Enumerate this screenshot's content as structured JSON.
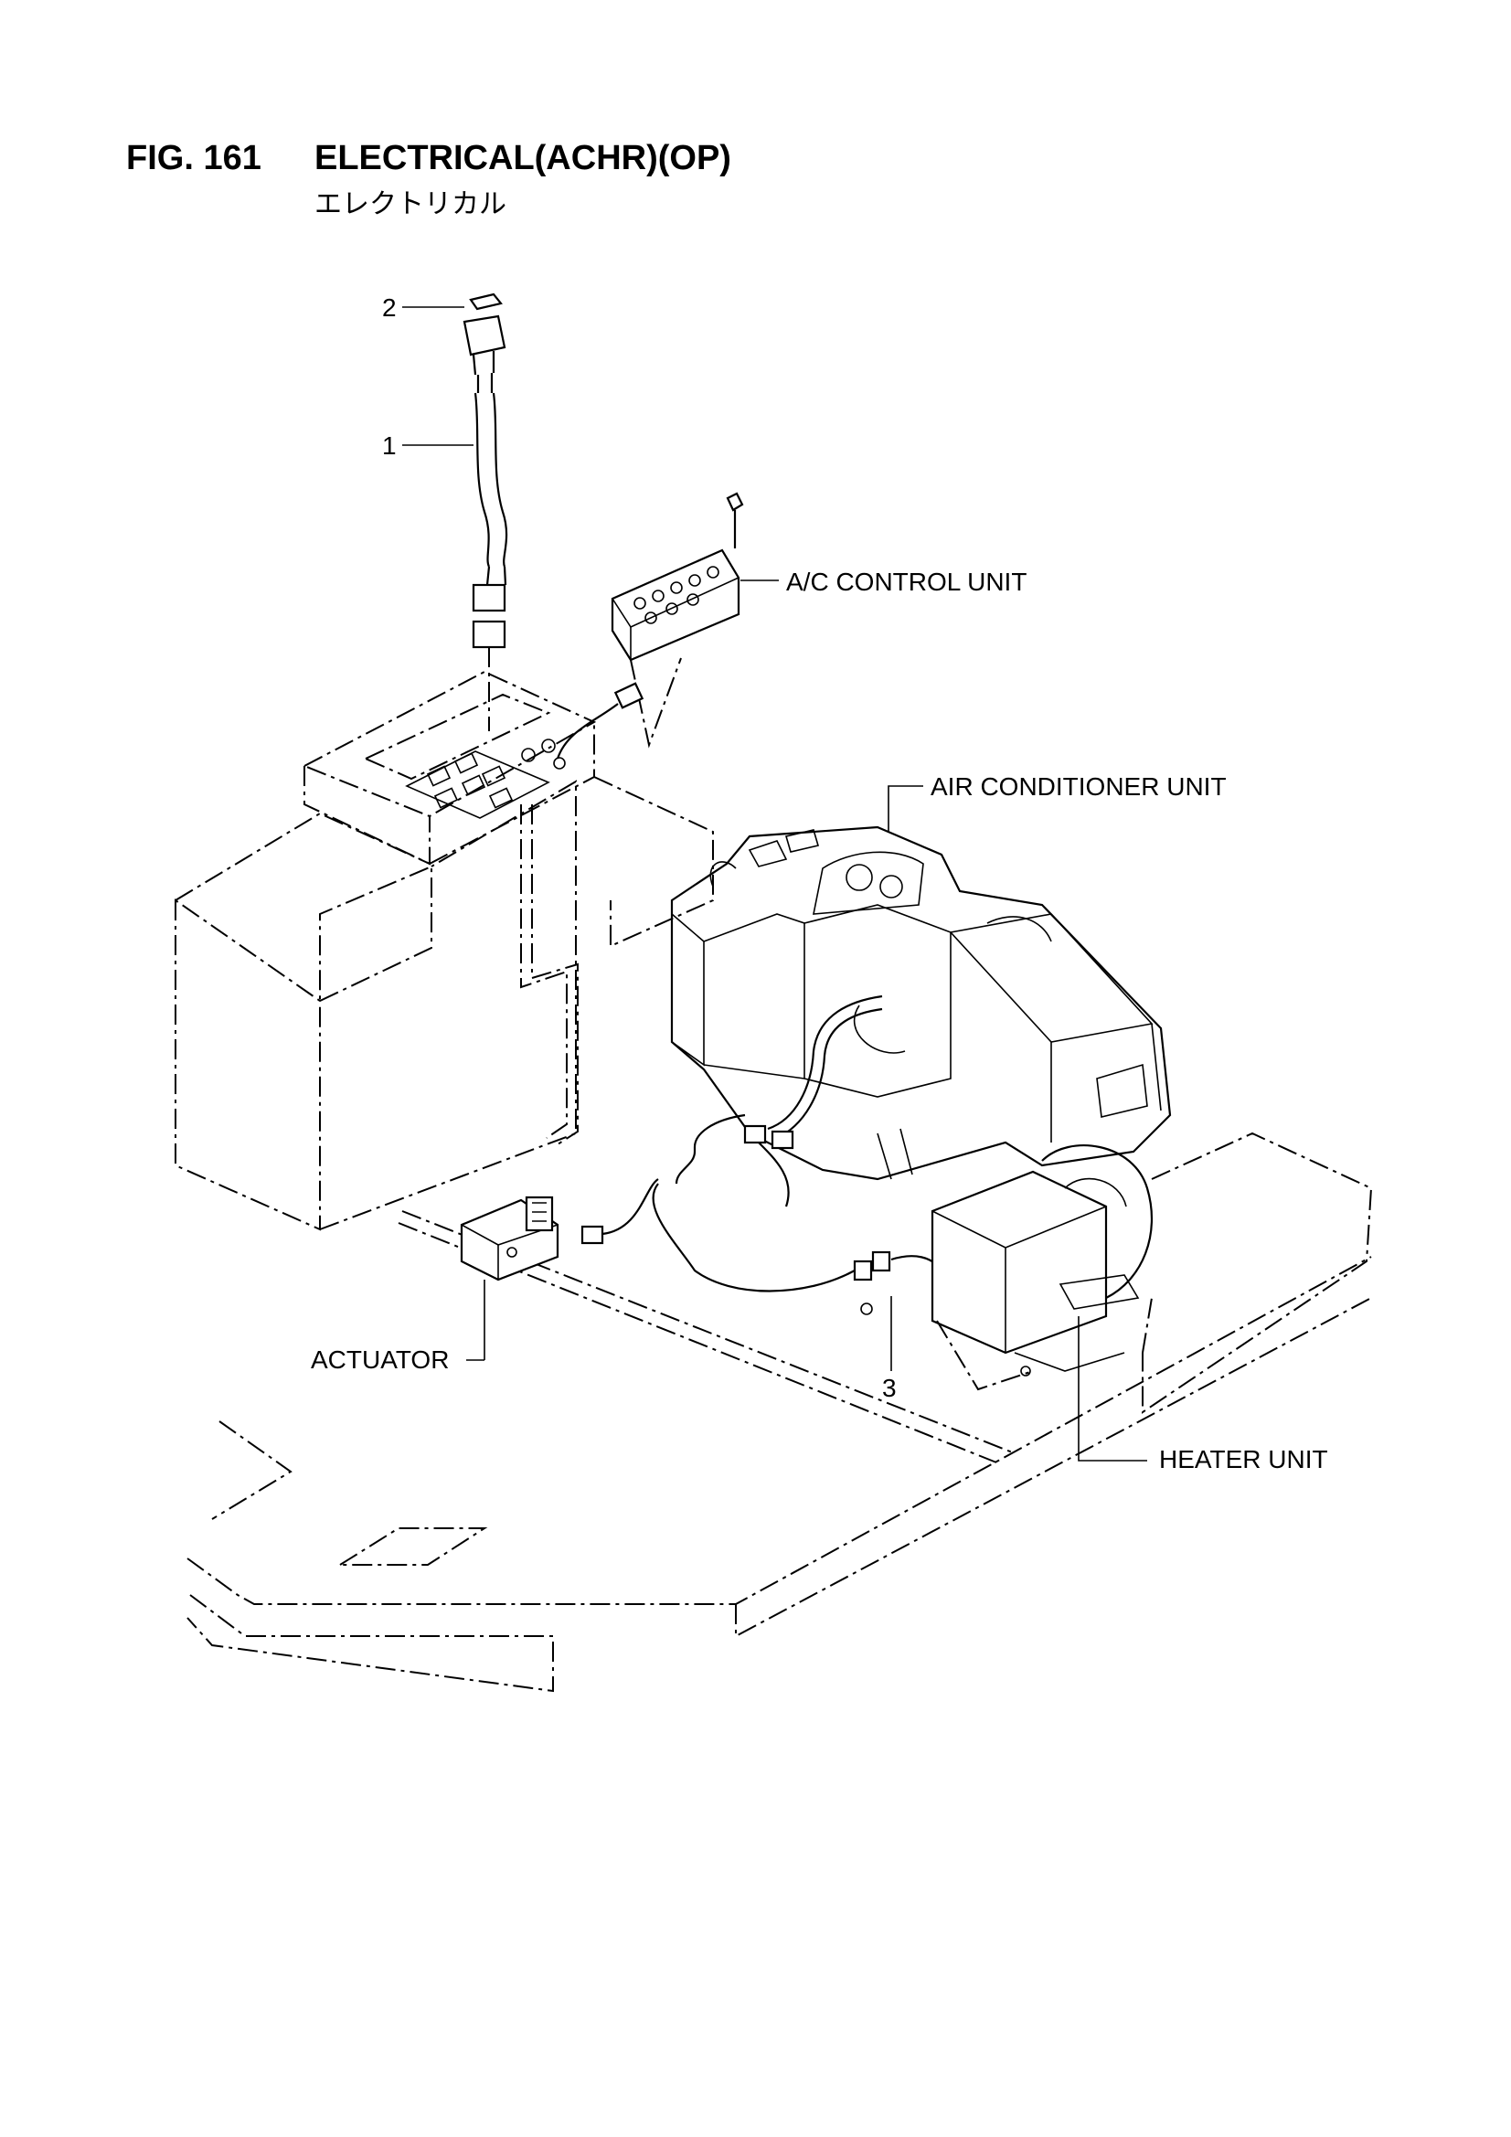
{
  "figure": {
    "number": "FIG. 161",
    "title": "ELECTRICAL(ACHR)(OP)",
    "subtitle": "エレクトリカル"
  },
  "callouts": {
    "item_1": "1",
    "item_2": "2",
    "item_3": "3",
    "ac_control_unit": "A/C CONTROL UNIT",
    "air_conditioner_unit": "AIR CONDITIONER UNIT",
    "actuator": "ACTUATOR",
    "heater_unit": "HEATER UNIT"
  }
}
